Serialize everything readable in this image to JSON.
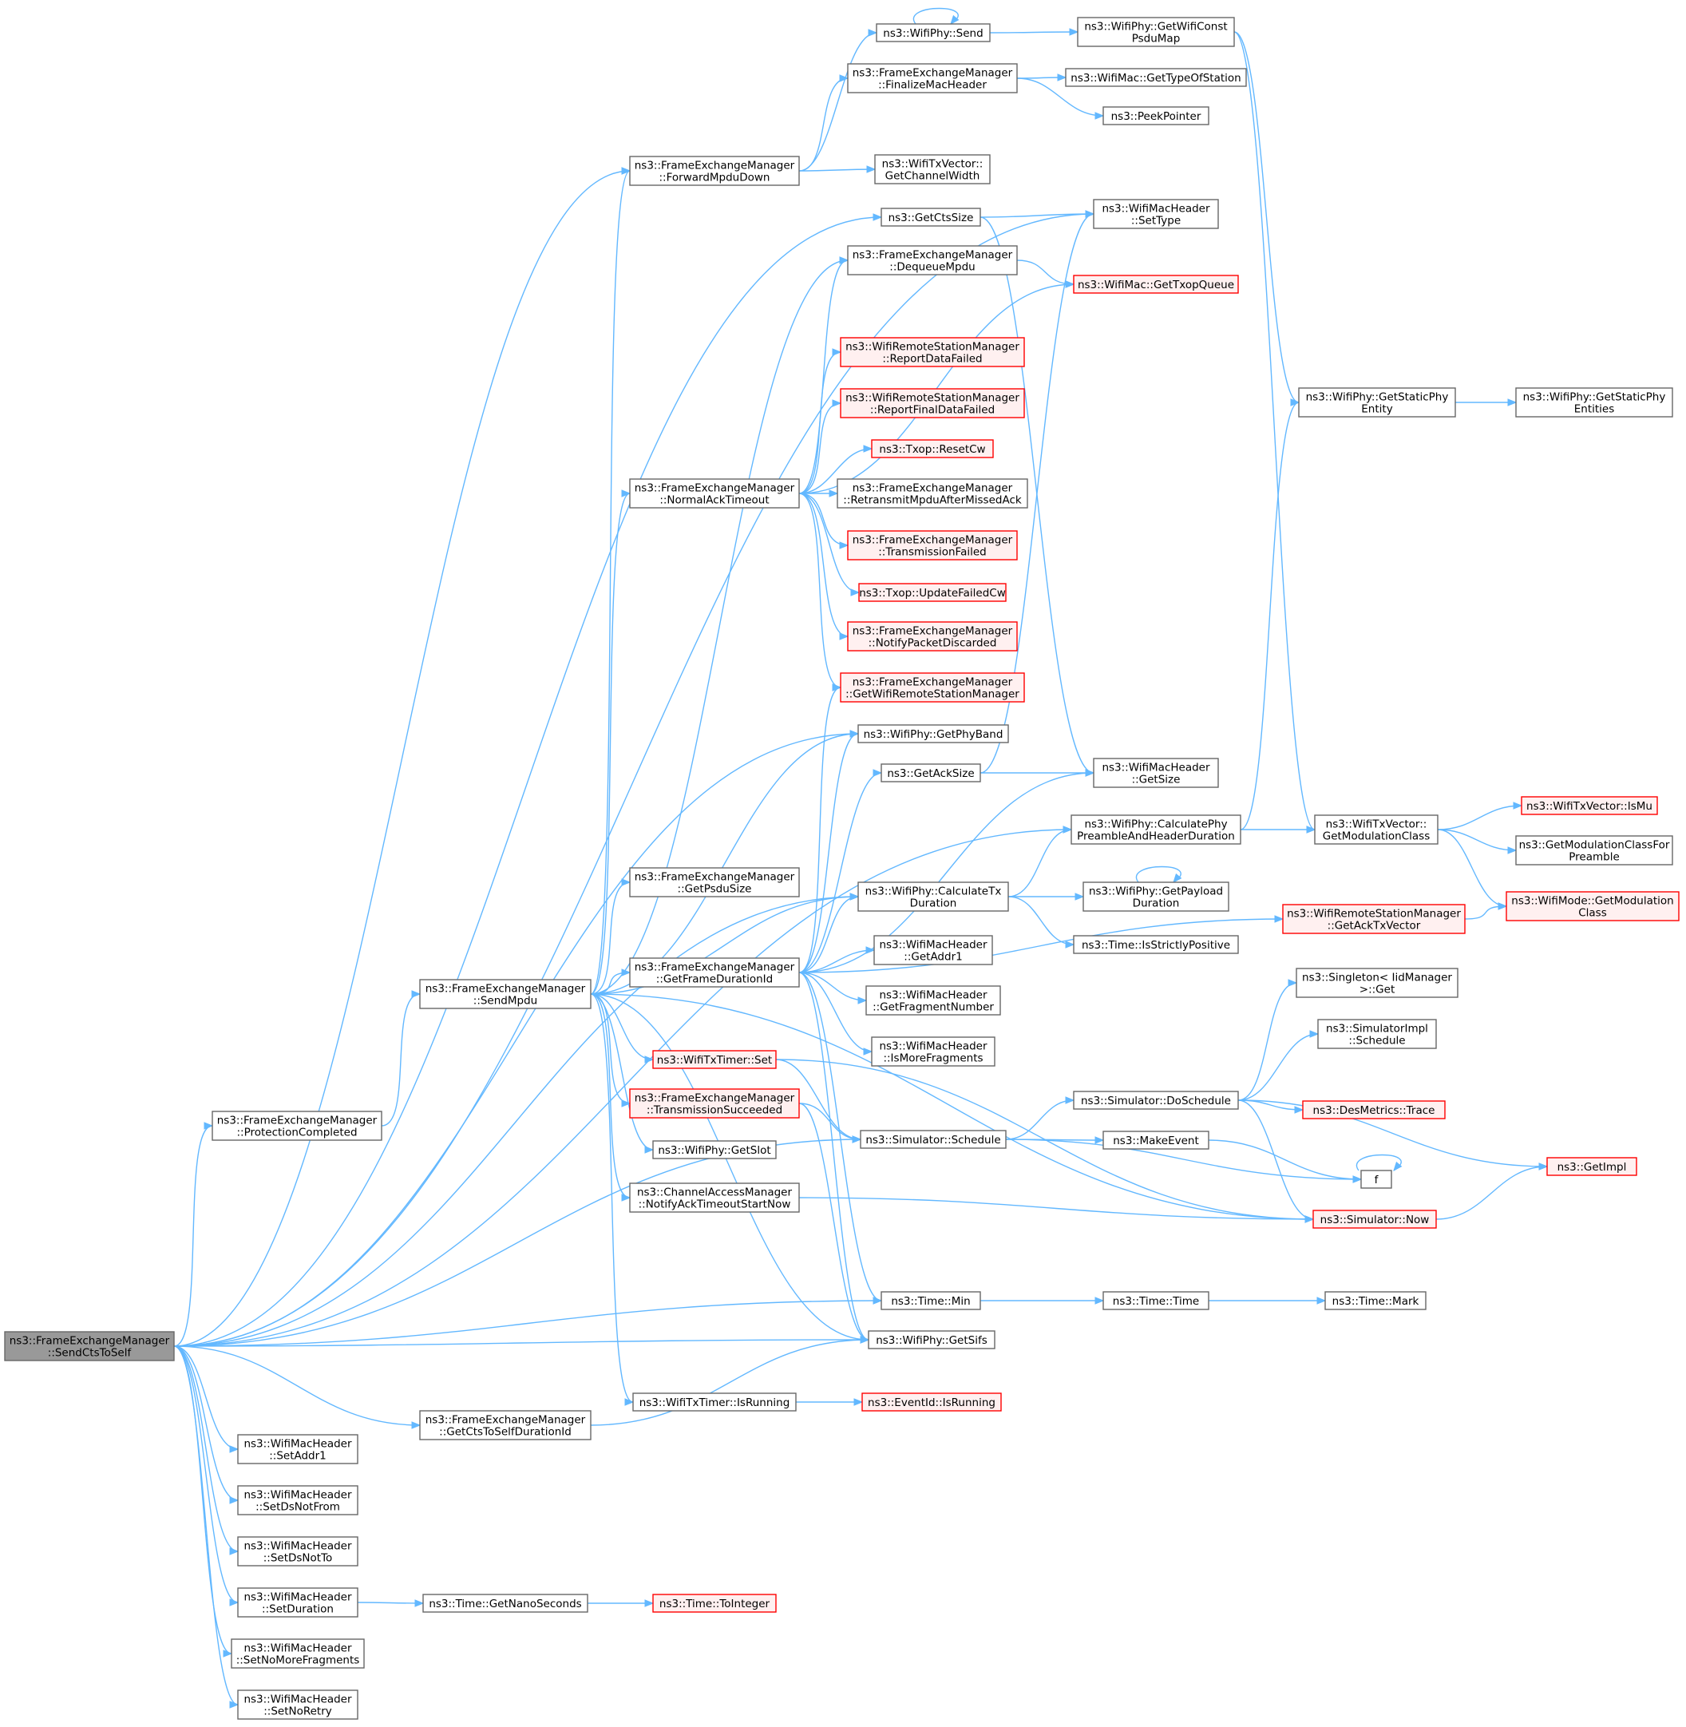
{
  "colors": {
    "edge": "#63b8ff",
    "border_normal": "#666666",
    "fill_normal": "#ffffff",
    "border_red": "#ff0000",
    "fill_red": "#fff0f0",
    "fill_root": "#999999",
    "border_root": "#666666",
    "text": "#000000"
  },
  "nodes": [
    {
      "id": "root",
      "lines": [
        "ns3::FrameExchangeManager",
        "::SendCtsToSelf"
      ],
      "style": "root"
    },
    {
      "id": "protectionCompleted",
      "lines": [
        "ns3::FrameExchangeManager",
        "::ProtectionCompleted"
      ],
      "style": "normal"
    },
    {
      "id": "sendMpdu",
      "lines": [
        "ns3::FrameExchangeManager",
        "::SendMpdu"
      ],
      "style": "normal"
    },
    {
      "id": "getCtsToSelfDurationId",
      "lines": [
        "ns3::FrameExchangeManager",
        "::GetCtsToSelfDurationId"
      ],
      "style": "normal"
    },
    {
      "id": "setAddr1",
      "lines": [
        "ns3::WifiMacHeader",
        "::SetAddr1"
      ],
      "style": "normal"
    },
    {
      "id": "setDsNotFrom",
      "lines": [
        "ns3::WifiMacHeader",
        "::SetDsNotFrom"
      ],
      "style": "normal"
    },
    {
      "id": "setDsNotTo",
      "lines": [
        "ns3::WifiMacHeader",
        "::SetDsNotTo"
      ],
      "style": "normal"
    },
    {
      "id": "setDuration",
      "lines": [
        "ns3::WifiMacHeader",
        "::SetDuration"
      ],
      "style": "normal"
    },
    {
      "id": "setNoMoreFragments",
      "lines": [
        "ns3::WifiMacHeader",
        "::SetNoMoreFragments"
      ],
      "style": "normal"
    },
    {
      "id": "setNoRetry",
      "lines": [
        "ns3::WifiMacHeader",
        "::SetNoRetry"
      ],
      "style": "normal"
    },
    {
      "id": "forwardMpduDown",
      "lines": [
        "ns3::FrameExchangeManager",
        "::ForwardMpduDown"
      ],
      "style": "normal"
    },
    {
      "id": "normalAckTimeout",
      "lines": [
        "ns3::FrameExchangeManager",
        "::NormalAckTimeout"
      ],
      "style": "normal"
    },
    {
      "id": "getPsduSize",
      "lines": [
        "ns3::FrameExchangeManager",
        "::GetPsduSize"
      ],
      "style": "normal"
    },
    {
      "id": "getFrameDurationId",
      "lines": [
        "ns3::FrameExchangeManager",
        "::GetFrameDurationId"
      ],
      "style": "normal"
    },
    {
      "id": "wifiTxTimerSet",
      "lines": [
        "ns3::WifiTxTimer::Set"
      ],
      "style": "red"
    },
    {
      "id": "transmissionSucceeded",
      "lines": [
        "ns3::FrameExchangeManager",
        "::TransmissionSucceeded"
      ],
      "style": "red"
    },
    {
      "id": "getSlot",
      "lines": [
        "ns3::WifiPhy::GetSlot"
      ],
      "style": "normal"
    },
    {
      "id": "notifyAckTimeoutStartNow",
      "lines": [
        "ns3::ChannelAccessManager",
        "::NotifyAckTimeoutStartNow"
      ],
      "style": "normal"
    },
    {
      "id": "wifiTxTimerIsRunning",
      "lines": [
        "ns3::WifiTxTimer::IsRunning"
      ],
      "style": "normal"
    },
    {
      "id": "getTimeNanoSeconds",
      "lines": [
        "ns3::Time::GetNanoSeconds"
      ],
      "style": "normal"
    },
    {
      "id": "wifiPhySend",
      "lines": [
        "ns3::WifiPhy::Send"
      ],
      "style": "normal"
    },
    {
      "id": "finalizeMacHeader",
      "lines": [
        "ns3::FrameExchangeManager",
        "::FinalizeMacHeader"
      ],
      "style": "normal"
    },
    {
      "id": "getChannelWidth",
      "lines": [
        "ns3::WifiTxVector::",
        "GetChannelWidth"
      ],
      "style": "normal"
    },
    {
      "id": "getCtsSize",
      "lines": [
        "ns3::GetCtsSize"
      ],
      "style": "normal"
    },
    {
      "id": "dequeueMpdu",
      "lines": [
        "ns3::FrameExchangeManager",
        "::DequeueMpdu"
      ],
      "style": "normal"
    },
    {
      "id": "reportDataFailed",
      "lines": [
        "ns3::WifiRemoteStationManager",
        "::ReportDataFailed"
      ],
      "style": "red"
    },
    {
      "id": "reportFinalDataFailed",
      "lines": [
        "ns3::WifiRemoteStationManager",
        "::ReportFinalDataFailed"
      ],
      "style": "red"
    },
    {
      "id": "resetCw",
      "lines": [
        "ns3::Txop::ResetCw"
      ],
      "style": "red"
    },
    {
      "id": "retransmitMpdu",
      "lines": [
        "ns3::FrameExchangeManager",
        "::RetransmitMpduAfterMissedAck"
      ],
      "style": "normal"
    },
    {
      "id": "transmissionFailed",
      "lines": [
        "ns3::FrameExchangeManager",
        "::TransmissionFailed"
      ],
      "style": "red"
    },
    {
      "id": "updateFailedCw",
      "lines": [
        "ns3::Txop::UpdateFailedCw"
      ],
      "style": "red"
    },
    {
      "id": "notifyPacketDiscarded",
      "lines": [
        "ns3::FrameExchangeManager",
        "::NotifyPacketDiscarded"
      ],
      "style": "red"
    },
    {
      "id": "getWifiRemoteStationManager",
      "lines": [
        "ns3::FrameExchangeManager",
        "::GetWifiRemoteStationManager"
      ],
      "style": "red"
    },
    {
      "id": "getPhyBand",
      "lines": [
        "ns3::WifiPhy::GetPhyBand"
      ],
      "style": "normal"
    },
    {
      "id": "getAckSize",
      "lines": [
        "ns3::GetAckSize"
      ],
      "style": "normal"
    },
    {
      "id": "calculateTxDuration",
      "lines": [
        "ns3::WifiPhy::CalculateTx",
        "Duration"
      ],
      "style": "normal"
    },
    {
      "id": "getAddr1",
      "lines": [
        "ns3::WifiMacHeader",
        "::GetAddr1"
      ],
      "style": "normal"
    },
    {
      "id": "getFragmentNumber",
      "lines": [
        "ns3::WifiMacHeader",
        "::GetFragmentNumber"
      ],
      "style": "normal"
    },
    {
      "id": "isMoreFragments",
      "lines": [
        "ns3::WifiMacHeader",
        "::IsMoreFragments"
      ],
      "style": "normal"
    },
    {
      "id": "simulatorSchedule",
      "lines": [
        "ns3::Simulator::Schedule"
      ],
      "style": "normal"
    },
    {
      "id": "timeMin",
      "lines": [
        "ns3::Time::Min"
      ],
      "style": "normal"
    },
    {
      "id": "getSifs",
      "lines": [
        "ns3::WifiPhy::GetSifs"
      ],
      "style": "normal"
    },
    {
      "id": "getWifiConstPsduMap",
      "lines": [
        "ns3::WifiPhy::GetWifiConst",
        "PsduMap"
      ],
      "style": "normal"
    },
    {
      "id": "getTypeOfStation",
      "lines": [
        "ns3::WifiMac::GetTypeOfStation"
      ],
      "style": "normal"
    },
    {
      "id": "peekPointer",
      "lines": [
        "ns3::PeekPointer"
      ],
      "style": "normal"
    },
    {
      "id": "setType",
      "lines": [
        "ns3::WifiMacHeader",
        "::SetType"
      ],
      "style": "normal"
    },
    {
      "id": "getTxopQueue",
      "lines": [
        "ns3::WifiMac::GetTxopQueue"
      ],
      "style": "red"
    },
    {
      "id": "getSize",
      "lines": [
        "ns3::WifiMacHeader",
        "::GetSize"
      ],
      "style": "normal"
    },
    {
      "id": "calculatePhyPreamble",
      "lines": [
        "ns3::WifiPhy::CalculatePhy",
        "PreambleAndHeaderDuration"
      ],
      "style": "normal"
    },
    {
      "id": "getPayloadDuration",
      "lines": [
        "ns3::WifiPhy::GetPayload",
        "Duration"
      ],
      "style": "normal"
    },
    {
      "id": "isStrictlyPositive",
      "lines": [
        "ns3::Time::IsStrictlyPositive"
      ],
      "style": "normal"
    },
    {
      "id": "doSchedule",
      "lines": [
        "ns3::Simulator::DoSchedule"
      ],
      "style": "normal"
    },
    {
      "id": "makeEvent",
      "lines": [
        "ns3::MakeEvent"
      ],
      "style": "normal"
    },
    {
      "id": "timeTime",
      "lines": [
        "ns3::Time::Time"
      ],
      "style": "normal"
    },
    {
      "id": "eventIdIsRunning",
      "lines": [
        "ns3::EventId::IsRunning"
      ],
      "style": "red"
    },
    {
      "id": "timeToInteger",
      "lines": [
        "ns3::Time::ToInteger"
      ],
      "style": "red"
    },
    {
      "id": "getStaticPhyEntity",
      "lines": [
        "ns3::WifiPhy::GetStaticPhy",
        "Entity"
      ],
      "style": "normal"
    },
    {
      "id": "getModulationClassTx",
      "lines": [
        "ns3::WifiTxVector::",
        "GetModulationClass"
      ],
      "style": "normal"
    },
    {
      "id": "getAckTxVector",
      "lines": [
        "ns3::WifiRemoteStationManager",
        "::GetAckTxVector"
      ],
      "style": "red"
    },
    {
      "id": "singletonGet",
      "lines": [
        "ns3::Singleton< IidManager",
        " >::Get"
      ],
      "style": "normal"
    },
    {
      "id": "simulatorImplSchedule",
      "lines": [
        "ns3::SimulatorImpl",
        "::Schedule"
      ],
      "style": "normal"
    },
    {
      "id": "desMetricsTrace",
      "lines": [
        "ns3::DesMetrics::Trace"
      ],
      "style": "red"
    },
    {
      "id": "f",
      "lines": [
        "f"
      ],
      "style": "normal"
    },
    {
      "id": "simulatorNow",
      "lines": [
        "ns3::Simulator::Now"
      ],
      "style": "red"
    },
    {
      "id": "timeMark",
      "lines": [
        "ns3::Time::Mark"
      ],
      "style": "normal"
    },
    {
      "id": "getStaticPhyEntities",
      "lines": [
        "ns3::WifiPhy::GetStaticPhy",
        "Entities"
      ],
      "style": "normal"
    },
    {
      "id": "isMu",
      "lines": [
        "ns3::WifiTxVector::IsMu"
      ],
      "style": "red"
    },
    {
      "id": "getModulationClassForPreamble",
      "lines": [
        "ns3::GetModulationClassFor",
        "Preamble"
      ],
      "style": "normal"
    },
    {
      "id": "wifiModeGetModulationClass",
      "lines": [
        "ns3::WifiMode::GetModulation",
        "Class"
      ],
      "style": "red"
    },
    {
      "id": "getImpl",
      "lines": [
        "ns3::GetImpl"
      ],
      "style": "red"
    }
  ],
  "edges": [
    [
      "root",
      "protectionCompleted"
    ],
    [
      "root",
      "forwardMpduDown"
    ],
    [
      "root",
      "setType"
    ],
    [
      "root",
      "getCtsSize"
    ],
    [
      "root",
      "getPhyBand"
    ],
    [
      "root",
      "calculatePhyPreamble"
    ],
    [
      "root",
      "calculateTxDuration"
    ],
    [
      "root",
      "simulatorSchedule"
    ],
    [
      "root",
      "timeMin"
    ],
    [
      "root",
      "getSifs"
    ],
    [
      "root",
      "getCtsToSelfDurationId"
    ],
    [
      "root",
      "setAddr1"
    ],
    [
      "root",
      "setDsNotFrom"
    ],
    [
      "root",
      "setDsNotTo"
    ],
    [
      "root",
      "setDuration"
    ],
    [
      "root",
      "setNoMoreFragments"
    ],
    [
      "root",
      "setNoRetry"
    ],
    [
      "protectionCompleted",
      "sendMpdu"
    ],
    [
      "sendMpdu",
      "forwardMpduDown"
    ],
    [
      "sendMpdu",
      "dequeueMpdu"
    ],
    [
      "sendMpdu",
      "normalAckTimeout"
    ],
    [
      "sendMpdu",
      "getPhyBand"
    ],
    [
      "sendMpdu",
      "getPsduSize"
    ],
    [
      "sendMpdu",
      "calculateTxDuration"
    ],
    [
      "sendMpdu",
      "getFrameDurationId"
    ],
    [
      "sendMpdu",
      "wifiTxTimerSet"
    ],
    [
      "sendMpdu",
      "transmissionSucceeded"
    ],
    [
      "sendMpdu",
      "getSlot"
    ],
    [
      "sendMpdu",
      "notifyAckTimeoutStartNow"
    ],
    [
      "sendMpdu",
      "wifiTxTimerIsRunning"
    ],
    [
      "sendMpdu",
      "getSifs"
    ],
    [
      "sendMpdu",
      "simulatorNow"
    ],
    [
      "forwardMpduDown",
      "wifiPhySend"
    ],
    [
      "forwardMpduDown",
      "finalizeMacHeader"
    ],
    [
      "forwardMpduDown",
      "getChannelWidth"
    ],
    [
      "wifiPhySend",
      "wifiPhySend"
    ],
    [
      "wifiPhySend",
      "getWifiConstPsduMap"
    ],
    [
      "finalizeMacHeader",
      "getTypeOfStation"
    ],
    [
      "finalizeMacHeader",
      "peekPointer"
    ],
    [
      "getWifiConstPsduMap",
      "getStaticPhyEntity"
    ],
    [
      "getWifiConstPsduMap",
      "getModulationClassTx"
    ],
    [
      "getCtsSize",
      "setType"
    ],
    [
      "getCtsSize",
      "getSize"
    ],
    [
      "dequeueMpdu",
      "getTxopQueue"
    ],
    [
      "normalAckTimeout",
      "dequeueMpdu"
    ],
    [
      "normalAckTimeout",
      "getTxopQueue"
    ],
    [
      "normalAckTimeout",
      "reportDataFailed"
    ],
    [
      "normalAckTimeout",
      "reportFinalDataFailed"
    ],
    [
      "normalAckTimeout",
      "resetCw"
    ],
    [
      "normalAckTimeout",
      "retransmitMpdu"
    ],
    [
      "normalAckTimeout",
      "transmissionFailed"
    ],
    [
      "normalAckTimeout",
      "updateFailedCw"
    ],
    [
      "normalAckTimeout",
      "notifyPacketDiscarded"
    ],
    [
      "normalAckTimeout",
      "getWifiRemoteStationManager"
    ],
    [
      "getAckSize",
      "setType"
    ],
    [
      "getAckSize",
      "getSize"
    ],
    [
      "getFrameDurationId",
      "getWifiRemoteStationManager"
    ],
    [
      "getFrameDurationId",
      "getPhyBand"
    ],
    [
      "getFrameDurationId",
      "getAckSize"
    ],
    [
      "getFrameDurationId",
      "getSize"
    ],
    [
      "getFrameDurationId",
      "calculateTxDuration"
    ],
    [
      "getFrameDurationId",
      "getAddr1"
    ],
    [
      "getFrameDurationId",
      "getFragmentNumber"
    ],
    [
      "getFrameDurationId",
      "isMoreFragments"
    ],
    [
      "getFrameDurationId",
      "getAckTxVector"
    ],
    [
      "getFrameDurationId",
      "getSifs"
    ],
    [
      "getFrameDurationId",
      "timeMin"
    ],
    [
      "calculateTxDuration",
      "calculatePhyPreamble"
    ],
    [
      "calculateTxDuration",
      "getPayloadDuration"
    ],
    [
      "calculateTxDuration",
      "isStrictlyPositive"
    ],
    [
      "getPayloadDuration",
      "getPayloadDuration"
    ],
    [
      "calculatePhyPreamble",
      "getStaticPhyEntity"
    ],
    [
      "calculatePhyPreamble",
      "getModulationClassTx"
    ],
    [
      "getStaticPhyEntity",
      "getStaticPhyEntities"
    ],
    [
      "getModulationClassTx",
      "isMu"
    ],
    [
      "getModulationClassTx",
      "getModulationClassForPreamble"
    ],
    [
      "getModulationClassTx",
      "wifiModeGetModulationClass"
    ],
    [
      "getAckTxVector",
      "wifiModeGetModulationClass"
    ],
    [
      "wifiTxTimerSet",
      "simulatorSchedule"
    ],
    [
      "wifiTxTimerSet",
      "simulatorNow"
    ],
    [
      "transmissionSucceeded",
      "simulatorSchedule"
    ],
    [
      "transmissionSucceeded",
      "getSifs"
    ],
    [
      "simulatorSchedule",
      "doSchedule"
    ],
    [
      "simulatorSchedule",
      "makeEvent"
    ],
    [
      "simulatorSchedule",
      "f"
    ],
    [
      "doSchedule",
      "singletonGet"
    ],
    [
      "doSchedule",
      "simulatorImplSchedule"
    ],
    [
      "doSchedule",
      "desMetricsTrace"
    ],
    [
      "doSchedule",
      "getImpl"
    ],
    [
      "doSchedule",
      "simulatorNow"
    ],
    [
      "makeEvent",
      "f"
    ],
    [
      "f",
      "f"
    ],
    [
      "simulatorNow",
      "getImpl"
    ],
    [
      "notifyAckTimeoutStartNow",
      "simulatorNow"
    ],
    [
      "timeMin",
      "timeTime"
    ],
    [
      "timeTime",
      "timeMark"
    ],
    [
      "getCtsToSelfDurationId",
      "getSifs"
    ],
    [
      "wifiTxTimerIsRunning",
      "eventIdIsRunning"
    ],
    [
      "setDuration",
      "getTimeNanoSeconds"
    ],
    [
      "getTimeNanoSeconds",
      "timeToInteger"
    ]
  ]
}
